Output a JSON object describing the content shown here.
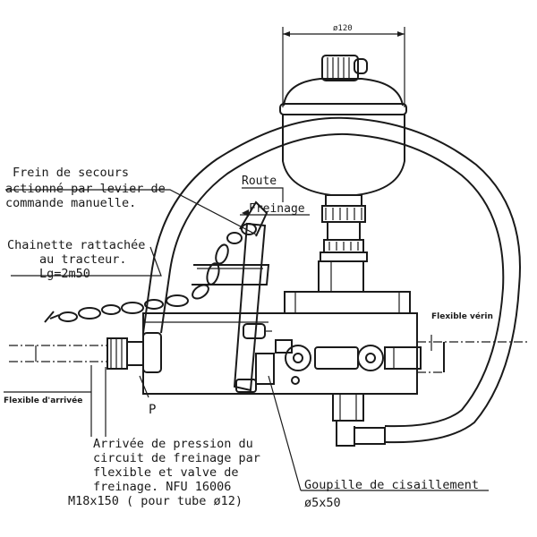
{
  "diagram": {
    "dim_top": "ø120",
    "labels": {
      "frein_line1": "Frein de secours",
      "frein_line2": "actionné par levier de",
      "frein_line3": "commande manuelle.",
      "chainette_line1": "Chainette rattachée",
      "chainette_line2": "au tracteur.",
      "chainette_line3": "Lg=2m50",
      "route": "Route",
      "freinage": "Freinage",
      "flexible_verin": "Flexible vérin",
      "flexible_arrivee": "Flexible d'arrivée",
      "port_p": "P",
      "arrivee_line1": "Arrivée de pression du",
      "arrivee_line2": "circuit de freinage par",
      "arrivee_line3": "flexible et valve de",
      "arrivee_line4": "freinage. NFU 16006",
      "arrivee_line5": "M18x150 ( pour tube ø12)",
      "goupille_line1": "Goupille de cisaillement",
      "goupille_line2": "ø5x50"
    }
  }
}
